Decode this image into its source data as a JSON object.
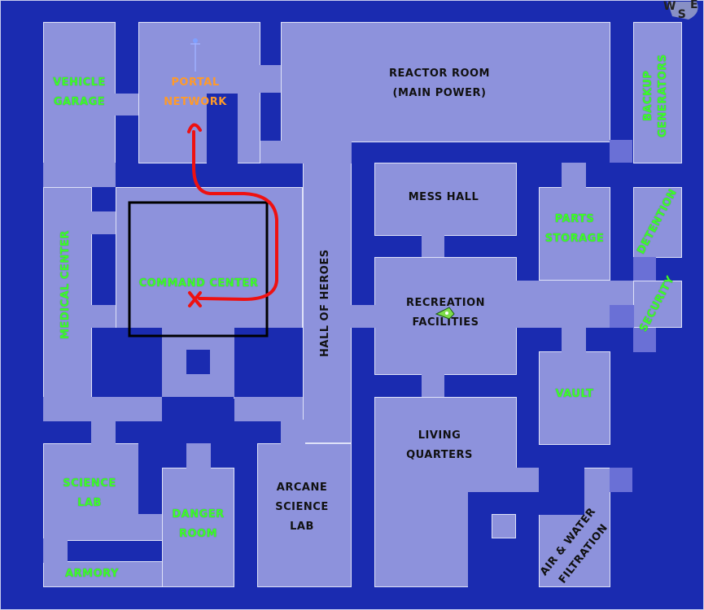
{
  "compass": {
    "labels": [
      "W",
      "S",
      "E"
    ]
  },
  "colors": {
    "walls": "#1a2bb0",
    "floor": "#8d92dc",
    "label_green": "#3dfc2a",
    "label_black": "#111111",
    "label_orange": "#ff9a2a",
    "route_red": "#ee1111"
  },
  "rooms": {
    "vehicle_garage": "VEHICLE\nGARAGE",
    "portal_network": "PORTAL\nNETWORK",
    "reactor_room": "REACTOR ROOM\n(MAIN POWER)",
    "backup_generators": "BACKUP\nGENERATORS",
    "medical_center": "MEDICAL CENTER",
    "command_center": "COMMAND CENTER",
    "hall_of_heroes": "HALL OF HEROES",
    "mess_hall": "MESS HALL",
    "parts_storage": "PARTS\nSTORAGE",
    "detention": "DETENTION",
    "security": "SECURITY",
    "recreation_facilities": "RECREATION\nFACILITIES",
    "vault": "VAULT",
    "living_quarters": "LIVING\nQUARTERS",
    "science_lab": "SCIENCE\nLAB",
    "danger_room": "DANGER\nROOM",
    "arcane_science_lab": "ARCANE\nSCIENCE\nLAB",
    "armory": "ARMORY",
    "air_water_filtration": "AIR & WATER\nFILTRATION"
  },
  "annotations": {
    "start_marker": "X",
    "route": "red path from Command Center to Portal Network"
  }
}
